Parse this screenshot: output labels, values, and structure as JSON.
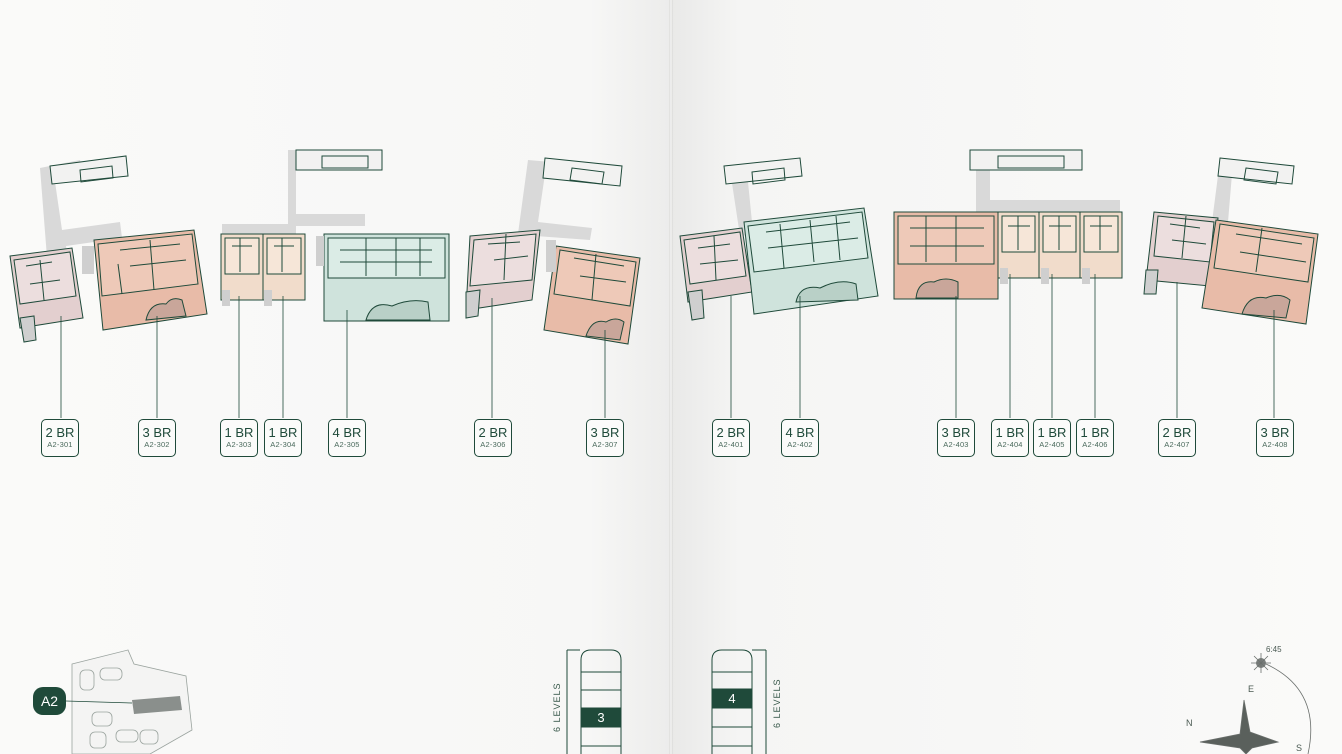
{
  "building": {
    "badge": "A2"
  },
  "left_page": {
    "units": [
      {
        "br": "2 BR",
        "code": "A2-301"
      },
      {
        "br": "3 BR",
        "code": "A2-302"
      },
      {
        "br": "1 BR",
        "code": "A2-303"
      },
      {
        "br": "1 BR",
        "code": "A2-304"
      },
      {
        "br": "4 BR",
        "code": "A2-305"
      },
      {
        "br": "2 BR",
        "code": "A2-306"
      },
      {
        "br": "3 BR",
        "code": "A2-307"
      }
    ],
    "levels_label": "6 LEVELS",
    "current_level": "3"
  },
  "right_page": {
    "units": [
      {
        "br": "2 BR",
        "code": "A2-401"
      },
      {
        "br": "4 BR",
        "code": "A2-402"
      },
      {
        "br": "3 BR",
        "code": "A2-403"
      },
      {
        "br": "1 BR",
        "code": "A2-404"
      },
      {
        "br": "1 BR",
        "code": "A2-405"
      },
      {
        "br": "1 BR",
        "code": "A2-406"
      },
      {
        "br": "2 BR",
        "code": "A2-407"
      },
      {
        "br": "3 BR",
        "code": "A2-408"
      }
    ],
    "levels_label": "6 LEVELS",
    "current_level": "4"
  },
  "compass": {
    "time": "6:45",
    "east": "E",
    "north": "N",
    "south": "S"
  },
  "colors": {
    "accent": "#1f4a3a",
    "unit_2br": "#e3cfcf",
    "unit_3br": "#e8bba8",
    "unit_1br": "#f1dccb",
    "unit_4br": "#cfe3dc",
    "corridor": "#d9d9d9"
  }
}
